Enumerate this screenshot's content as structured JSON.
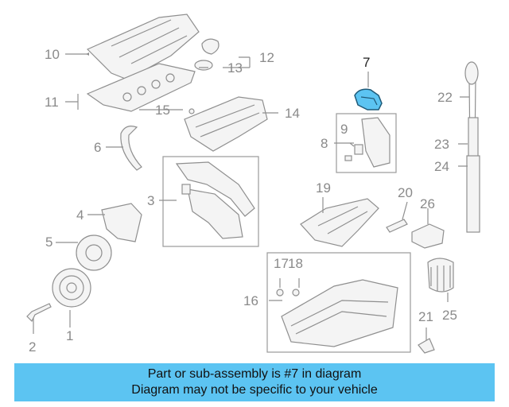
{
  "diagram": {
    "callouts": {
      "c1": "1",
      "c2": "2",
      "c3": "3",
      "c4": "4",
      "c5": "5",
      "c6": "6",
      "c7": "7",
      "c8": "8",
      "c9": "9",
      "c10": "10",
      "c11": "11",
      "c12": "12",
      "c13": "13",
      "c14": "14",
      "c15": "15",
      "c16": "16",
      "c17": "17",
      "c18": "18",
      "c19": "19",
      "c20": "20",
      "c21": "21",
      "c22": "22",
      "c23": "23",
      "c24": "24",
      "c25": "25",
      "c26": "26"
    },
    "highlight_color": "#5cc4f2"
  },
  "banner": {
    "line1": "Part or sub-assembly is #7 in diagram",
    "line2": "Diagram may not be specific to your vehicle"
  }
}
